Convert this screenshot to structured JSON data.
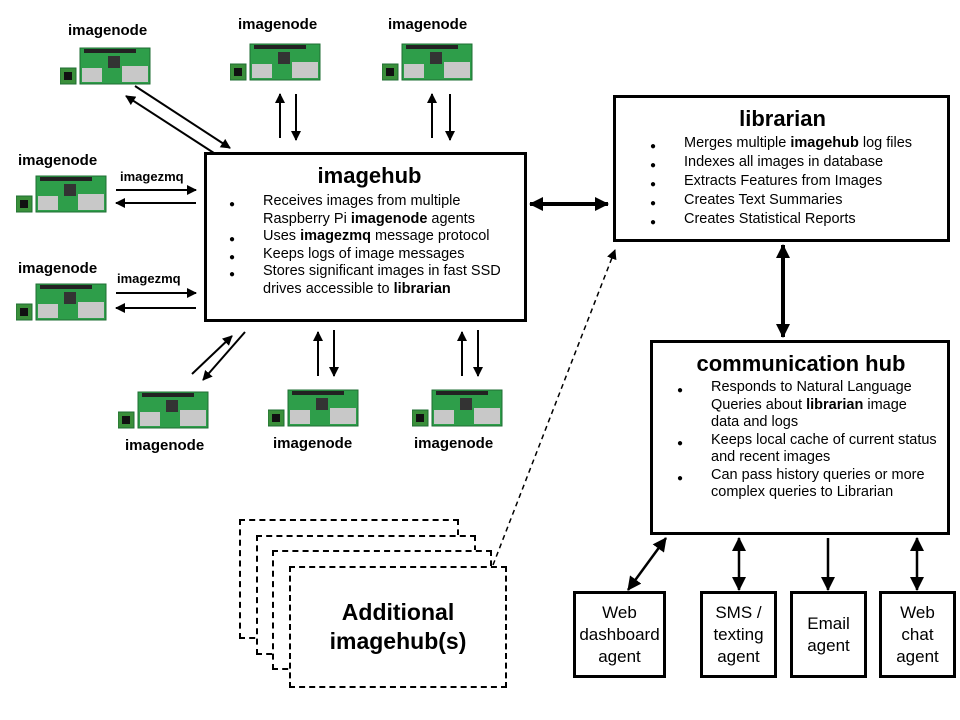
{
  "imagehub": {
    "title": "imagehub",
    "items": [
      [
        "Receives images from multiple Raspberry Pi ",
        "imagenode",
        " agents"
      ],
      [
        "Uses ",
        "imagezmq",
        " message protocol"
      ],
      [
        "Keeps logs of image messages",
        "",
        ""
      ],
      [
        "Stores significant images in fast SSD drives accessible to ",
        "librarian",
        ""
      ]
    ]
  },
  "librarian": {
    "title": "librarian",
    "items": [
      [
        "Merges multiple ",
        "imagehub",
        " log files"
      ],
      [
        "Indexes all images in database",
        "",
        ""
      ],
      [
        "Extracts Features from Images",
        "",
        ""
      ],
      [
        "Creates Text Summaries",
        "",
        ""
      ],
      [
        "Creates Statistical Reports",
        "",
        ""
      ]
    ]
  },
  "comm_hub": {
    "title": "communication hub",
    "items": [
      [
        "Responds to Natural Language Queries about ",
        "librarian",
        " image data and logs"
      ],
      [
        "Keeps local cache of current status and recent images",
        "",
        ""
      ],
      [
        "Can pass history queries or more complex queries to Librarian",
        "",
        ""
      ]
    ]
  },
  "additional": {
    "line1": "Additional",
    "line2": "imagehub(s)"
  },
  "agents": [
    {
      "label": "Web dashboard agent"
    },
    {
      "label": "SMS / texting agent"
    },
    {
      "label": "Email agent"
    },
    {
      "label": "Web chat agent"
    }
  ],
  "imagenode_label": "imagenode",
  "protocol_label": "imagezmq",
  "colors": {
    "board_green": "#2e9e4a",
    "board_dark": "#1f6e33",
    "camera_green": "#3a8f3a",
    "ports": "#c8c8c8"
  }
}
